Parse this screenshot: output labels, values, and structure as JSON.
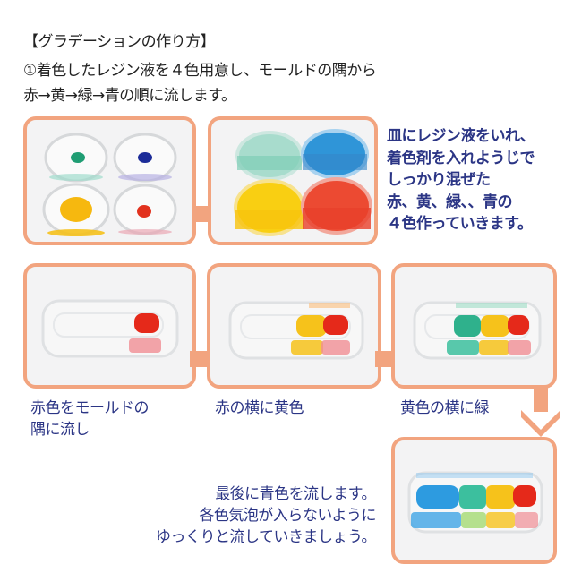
{
  "title": "【グラデーションの作り方】",
  "intro": {
    "line1": "①着色したレジン液を４色用意し、モールドの隅から",
    "line2": "赤→黄→緑→青の順に流します。"
  },
  "step1_note": {
    "lines": [
      "皿にレジン液をいれ、",
      "着色剤を入れようじで",
      "しっかり混ぜた",
      "赤、黄、緑、、青の",
      "４色作っていきます。"
    ]
  },
  "captions": {
    "red": [
      "赤色をモールドの",
      "隅に流し"
    ],
    "yellow": "赤の横に黄色",
    "green": "黄色の横に緑",
    "final": [
      "最後に青色を流します。",
      "各色気泡が入らないように",
      "ゆっくりと流していきましょう。"
    ]
  },
  "colors": {
    "accent": "#f2a47f",
    "text_navy": "#2b3585",
    "red": "#e8321f",
    "yellow": "#f7c51a",
    "green": "#36b58f",
    "blue": "#2d9be0"
  }
}
